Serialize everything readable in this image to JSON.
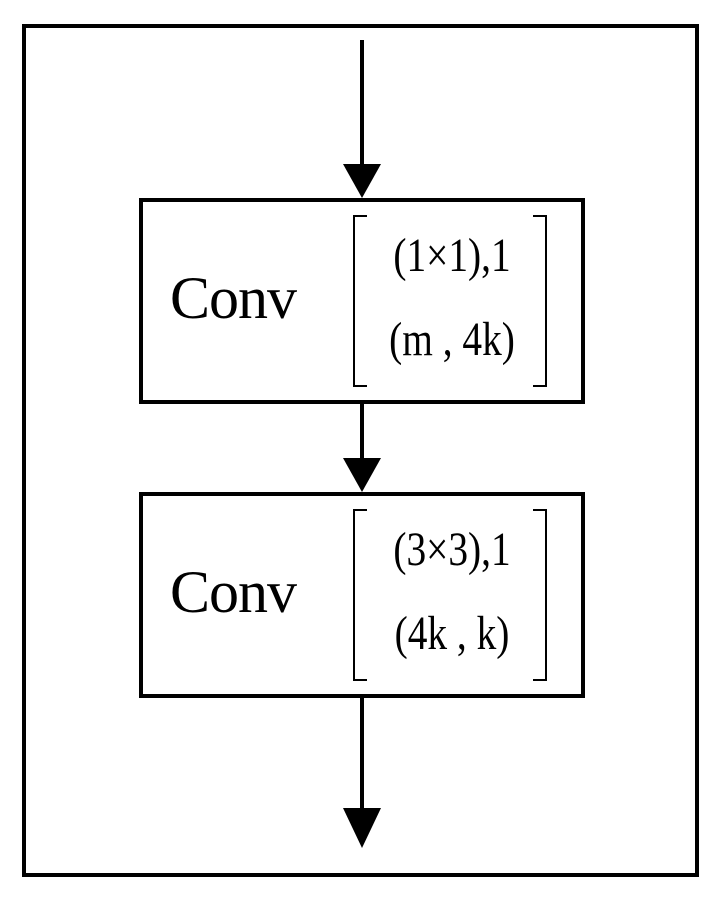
{
  "blocks": [
    {
      "label": "Conv",
      "kernel": "(1×1),1",
      "channels": "(m , 4k)"
    },
    {
      "label": "Conv",
      "kernel": "(3×3),1",
      "channels": "(4k , k)"
    }
  ]
}
